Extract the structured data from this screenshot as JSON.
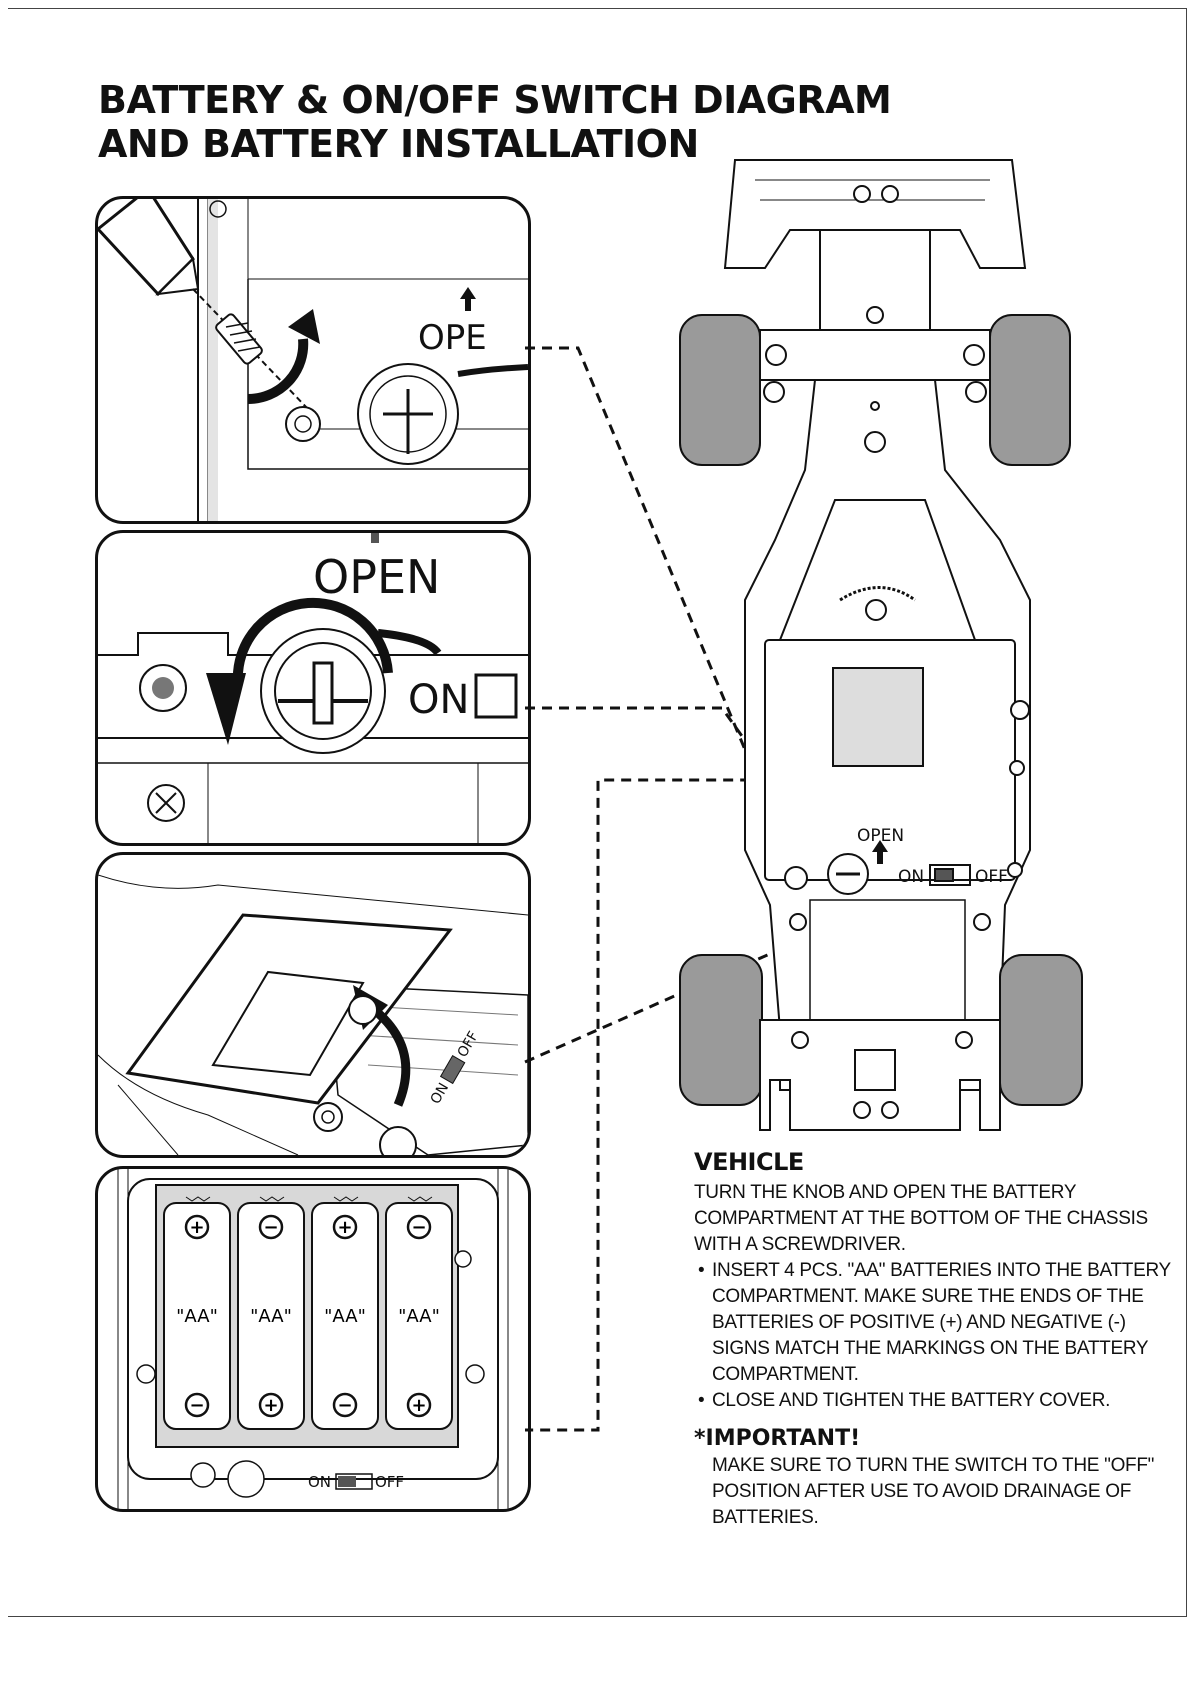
{
  "title": {
    "line1": "BATTERY & ON/OFF SWITCH DIAGRAM",
    "line2": "AND BATTERY INSTALLATION"
  },
  "panels": {
    "screw": {
      "label": "OPE"
    },
    "knob": {
      "label_open": "OPEN",
      "label_on": "ON"
    },
    "batteries": {
      "cells": [
        "\"AA\"",
        "\"AA\"",
        "\"AA\"",
        "\"AA\""
      ],
      "switch_on": "ON",
      "switch_off": "OFF"
    },
    "cover": {
      "switch_on": "ON",
      "switch_off": "OFF"
    }
  },
  "car": {
    "label_open": "OPEN",
    "label_on": "ON",
    "label_off": "OFF"
  },
  "vehicle": {
    "heading": "VEHICLE",
    "intro": "TURN THE KNOB AND OPEN THE BATTERY COMPARTMENT AT THE BOTTOM OF THE CHASSIS WITH A SCREWDRIVER.",
    "bullets": [
      "INSERT 4 PCS. \"AA\" BATTERIES INTO THE BATTERY COMPARTMENT. MAKE SURE THE ENDS OF THE BATTERIES OF POSITIVE (+) AND NEGATIVE (-) SIGNS MATCH THE MARKINGS ON THE BATTERY COMPARTMENT.",
      "CLOSE AND TIGHTEN THE BATTERY COVER."
    ],
    "important_heading": "*IMPORTANT!",
    "important_text": "MAKE SURE TO TURN THE SWITCH TO THE \"OFF\" POSITION AFTER USE TO AVOID DRAINAGE OF BATTERIES."
  },
  "colors": {
    "ink": "#111111",
    "tire": "#9a9a9a",
    "grey": "#cfcfcf"
  }
}
